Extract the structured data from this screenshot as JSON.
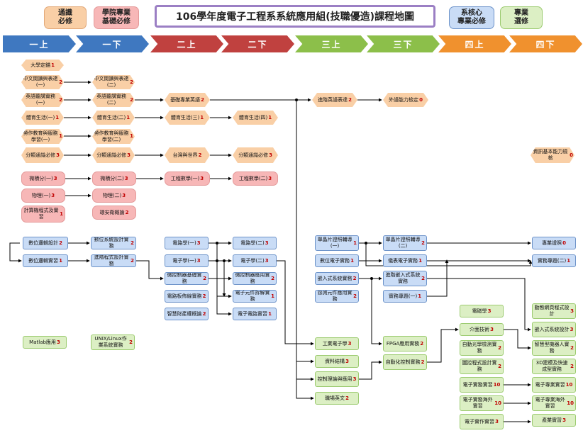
{
  "title": "106學年度電子工程系系統應用組(技職優造)課程地圖",
  "legend": {
    "general": "通識\n必修",
    "college": "學院專業\n基礎必修",
    "core": "系核心\n專業必修",
    "elective": "專業\n選修"
  },
  "semesters": [
    "一上",
    "一下",
    "二上",
    "二下",
    "三上",
    "三下",
    "四上",
    "四下"
  ],
  "colors": {
    "general_bg": "#f9cfa6",
    "college_bg": "#f7b7b7",
    "core_bg": "#c9dcf6",
    "elective_bg": "#dcefc4",
    "sem_blue": "#3f78c0",
    "sem_red": "#c0413f",
    "sem_green": "#8cbf4a",
    "sem_orange": "#f0912e",
    "title_border": "#9b7fc4",
    "credit_text": "#c00000",
    "line": "#000000"
  },
  "courses": [
    {
      "id": "c1",
      "name": "大學定錨",
      "credit": "1"
    },
    {
      "id": "c2",
      "name": "中文閱讀與表達(一)",
      "credit": "2"
    },
    {
      "id": "c3",
      "name": "中文閱讀與表達(二)",
      "credit": "2"
    },
    {
      "id": "c4",
      "name": "英語聽講實務(一)",
      "credit": "2"
    },
    {
      "id": "c5",
      "name": "英語聽講實務(二)",
      "credit": "2"
    },
    {
      "id": "c6",
      "name": "基礎專業英語",
      "credit": "2"
    },
    {
      "id": "c7",
      "name": "進階英語表達",
      "credit": "2"
    },
    {
      "id": "c8",
      "name": "外語能力檢定",
      "credit": "0"
    },
    {
      "id": "c9",
      "name": "體育生活(一)",
      "credit": "1"
    },
    {
      "id": "c10",
      "name": "體育生活(二)",
      "credit": "1"
    },
    {
      "id": "c11",
      "name": "體育生活(三)",
      "credit": "1"
    },
    {
      "id": "c12",
      "name": "體育生活(四)",
      "credit": "1"
    },
    {
      "id": "c13",
      "name": "勞作教育與服務學習(一)",
      "credit": "1"
    },
    {
      "id": "c14",
      "name": "勞作教育與服務學習(二)",
      "credit": "1"
    },
    {
      "id": "c15",
      "name": "分類通識必修",
      "credit": "3"
    },
    {
      "id": "c16",
      "name": "分類通識必修",
      "credit": "3"
    },
    {
      "id": "c17",
      "name": "台灣與世界",
      "credit": "2"
    },
    {
      "id": "c18",
      "name": "分類通識必修",
      "credit": "3"
    },
    {
      "id": "c19",
      "name": "資訊基本能力檢核",
      "credit": "0"
    },
    {
      "id": "c20",
      "name": "微積分(一)",
      "credit": "3"
    },
    {
      "id": "c21",
      "name": "微積分(二)",
      "credit": "3"
    },
    {
      "id": "c22",
      "name": "工程數學(一)",
      "credit": "3"
    },
    {
      "id": "c23",
      "name": "工程數學(二)",
      "credit": "3"
    },
    {
      "id": "c24",
      "name": "物理(一)",
      "credit": "3"
    },
    {
      "id": "c25",
      "name": "物理(二)",
      "credit": "3"
    },
    {
      "id": "c26",
      "name": "計算機程式及實習",
      "credit": "1"
    },
    {
      "id": "c27",
      "name": "環安衛概論",
      "credit": "2"
    },
    {
      "id": "c28",
      "name": "數位邏輯設計",
      "credit": "2"
    },
    {
      "id": "c29",
      "name": "數位邏輯實習",
      "credit": "1"
    },
    {
      "id": "c30",
      "name": "數位系統設計實務",
      "credit": "2"
    },
    {
      "id": "c31",
      "name": "進階程式設計實務",
      "credit": "2"
    },
    {
      "id": "c32",
      "name": "電路學(一)",
      "credit": "3"
    },
    {
      "id": "c33",
      "name": "電子學(一)",
      "credit": "3"
    },
    {
      "id": "c34",
      "name": "微控制器基礎實務",
      "credit": "2"
    },
    {
      "id": "c35",
      "name": "電路板佈線實務",
      "credit": "2"
    },
    {
      "id": "c36",
      "name": "智慧財產權概論",
      "credit": "2"
    },
    {
      "id": "c37",
      "name": "電路學(二)",
      "credit": "3"
    },
    {
      "id": "c38",
      "name": "電子學(二)",
      "credit": "3"
    },
    {
      "id": "c39",
      "name": "微控制器應用實務",
      "credit": "2"
    },
    {
      "id": "c40",
      "name": "電子元件拆解實務",
      "credit": "1"
    },
    {
      "id": "c41",
      "name": "電子電路實習",
      "credit": "1"
    },
    {
      "id": "c42",
      "name": "單晶片證照輔導(一)",
      "credit": "1"
    },
    {
      "id": "c43",
      "name": "數位電子實務",
      "credit": "1"
    },
    {
      "id": "c44",
      "name": "嵌入式系統實務",
      "credit": "2"
    },
    {
      "id": "c45",
      "name": "感測元件應用實務",
      "credit": "2"
    },
    {
      "id": "c46",
      "name": "單晶片證照輔導(二)",
      "credit": "2"
    },
    {
      "id": "c47",
      "name": "儀表電子實務",
      "credit": "1"
    },
    {
      "id": "c48",
      "name": "進階嵌入式系統實務",
      "credit": "2"
    },
    {
      "id": "c49",
      "name": "實務專題(一)",
      "credit": "1"
    },
    {
      "id": "c50",
      "name": "專業證照",
      "credit": "0"
    },
    {
      "id": "c51",
      "name": "實務專題(二)",
      "credit": "1"
    },
    {
      "id": "c52",
      "name": "Matlab應用",
      "credit": "3"
    },
    {
      "id": "c53",
      "name": "UNIX/Linux作業系統實務",
      "credit": "2"
    },
    {
      "id": "c54",
      "name": "工業電子學",
      "credit": "3"
    },
    {
      "id": "c55",
      "name": "資料結構",
      "credit": "3"
    },
    {
      "id": "c56",
      "name": "控制理論與應用",
      "credit": "3"
    },
    {
      "id": "c57",
      "name": "職場英文",
      "credit": "2"
    },
    {
      "id": "c58",
      "name": "FPGA應用實務",
      "credit": "2"
    },
    {
      "id": "c59",
      "name": "自動化控制實務",
      "credit": "2"
    },
    {
      "id": "c60",
      "name": "電磁學",
      "credit": "3"
    },
    {
      "id": "c61",
      "name": "介面技術",
      "credit": "3"
    },
    {
      "id": "c62",
      "name": "自動光學檢測實務",
      "credit": "2"
    },
    {
      "id": "c63",
      "name": "圖控程式設計實務",
      "credit": "2"
    },
    {
      "id": "c64",
      "name": "電子實務實習",
      "credit": "10"
    },
    {
      "id": "c65",
      "name": "電子實務海外實習",
      "credit": "10"
    },
    {
      "id": "c66",
      "name": "電子實作實習",
      "credit": "3"
    },
    {
      "id": "c67",
      "name": "動態網頁程式設計",
      "credit": "3"
    },
    {
      "id": "c68",
      "name": "嵌入式系統設計",
      "credit": "3"
    },
    {
      "id": "c69",
      "name": "智慧型機器人實務",
      "credit": "2"
    },
    {
      "id": "c70",
      "name": "3D建模及快速成型實務",
      "credit": "2"
    },
    {
      "id": "c71",
      "name": "電子專業實習",
      "credit": "10"
    },
    {
      "id": "c72",
      "name": "電子專業海外實習",
      "credit": "10"
    },
    {
      "id": "c73",
      "name": "產業實習",
      "credit": "3"
    }
  ]
}
